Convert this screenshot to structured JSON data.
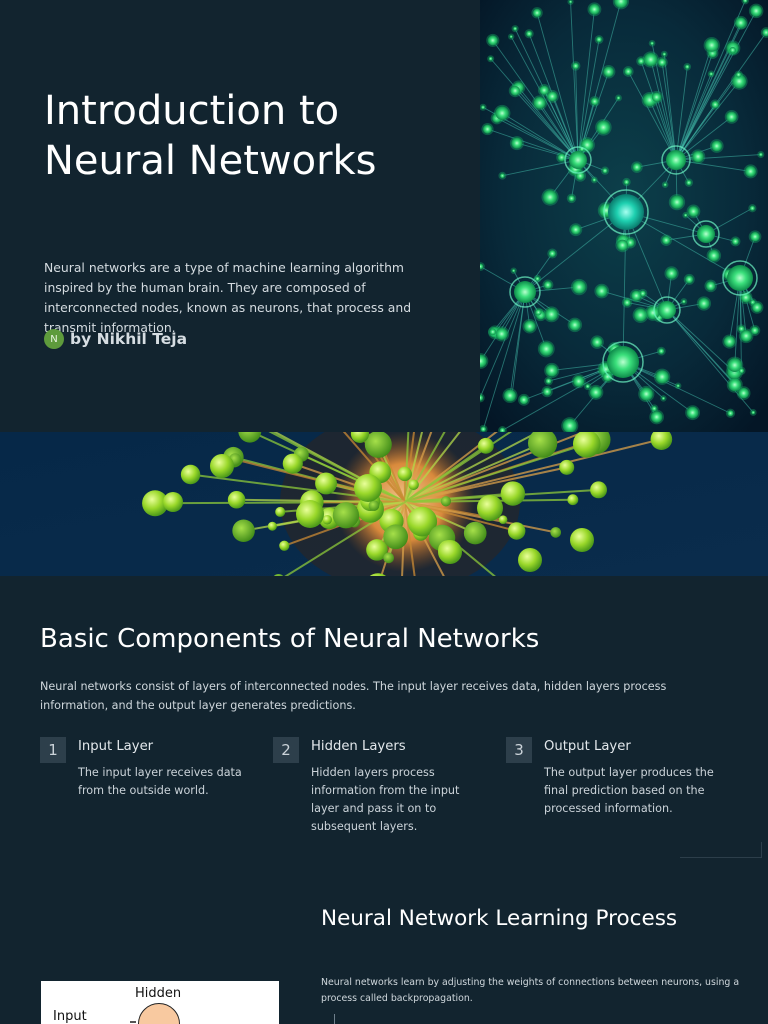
{
  "slide1": {
    "title": "Introduction to Neural Networks",
    "intro": "Neural networks are a type of machine learning algorithm inspired by the human brain. They are composed of interconnected nodes, known as neurons, that process and transmit information.",
    "author_initial": "N",
    "author": "by Nikhil Teja"
  },
  "slide2": {
    "heading": "Basic Components of Neural Networks",
    "description": "Neural networks consist of layers of interconnected nodes. The input layer receives data, hidden layers process information, and the output layer generates predictions.",
    "components": [
      {
        "number": "1",
        "title": "Input Layer",
        "body": "The input layer receives data from the outside world."
      },
      {
        "number": "2",
        "title": "Hidden Layers",
        "body": "Hidden layers process information from the input layer and pass it on to subsequent layers."
      },
      {
        "number": "3",
        "title": "Output Layer",
        "body": "The output layer produces the final prediction based on the processed information."
      }
    ]
  },
  "slide3": {
    "heading": "Neural Network Learning Process",
    "description": "Neural networks learn by adjusting the weights of connections between neurons, using a process called backpropagation.",
    "diagram": {
      "hidden_label": "Hidden",
      "input_label": "Input"
    }
  },
  "colors": {
    "background": "#12242f",
    "badge": "#2d3f4b",
    "avatar": "#5e9b3c",
    "neuron_green": "#39e07a",
    "node_peach": "#f8c9a0"
  }
}
